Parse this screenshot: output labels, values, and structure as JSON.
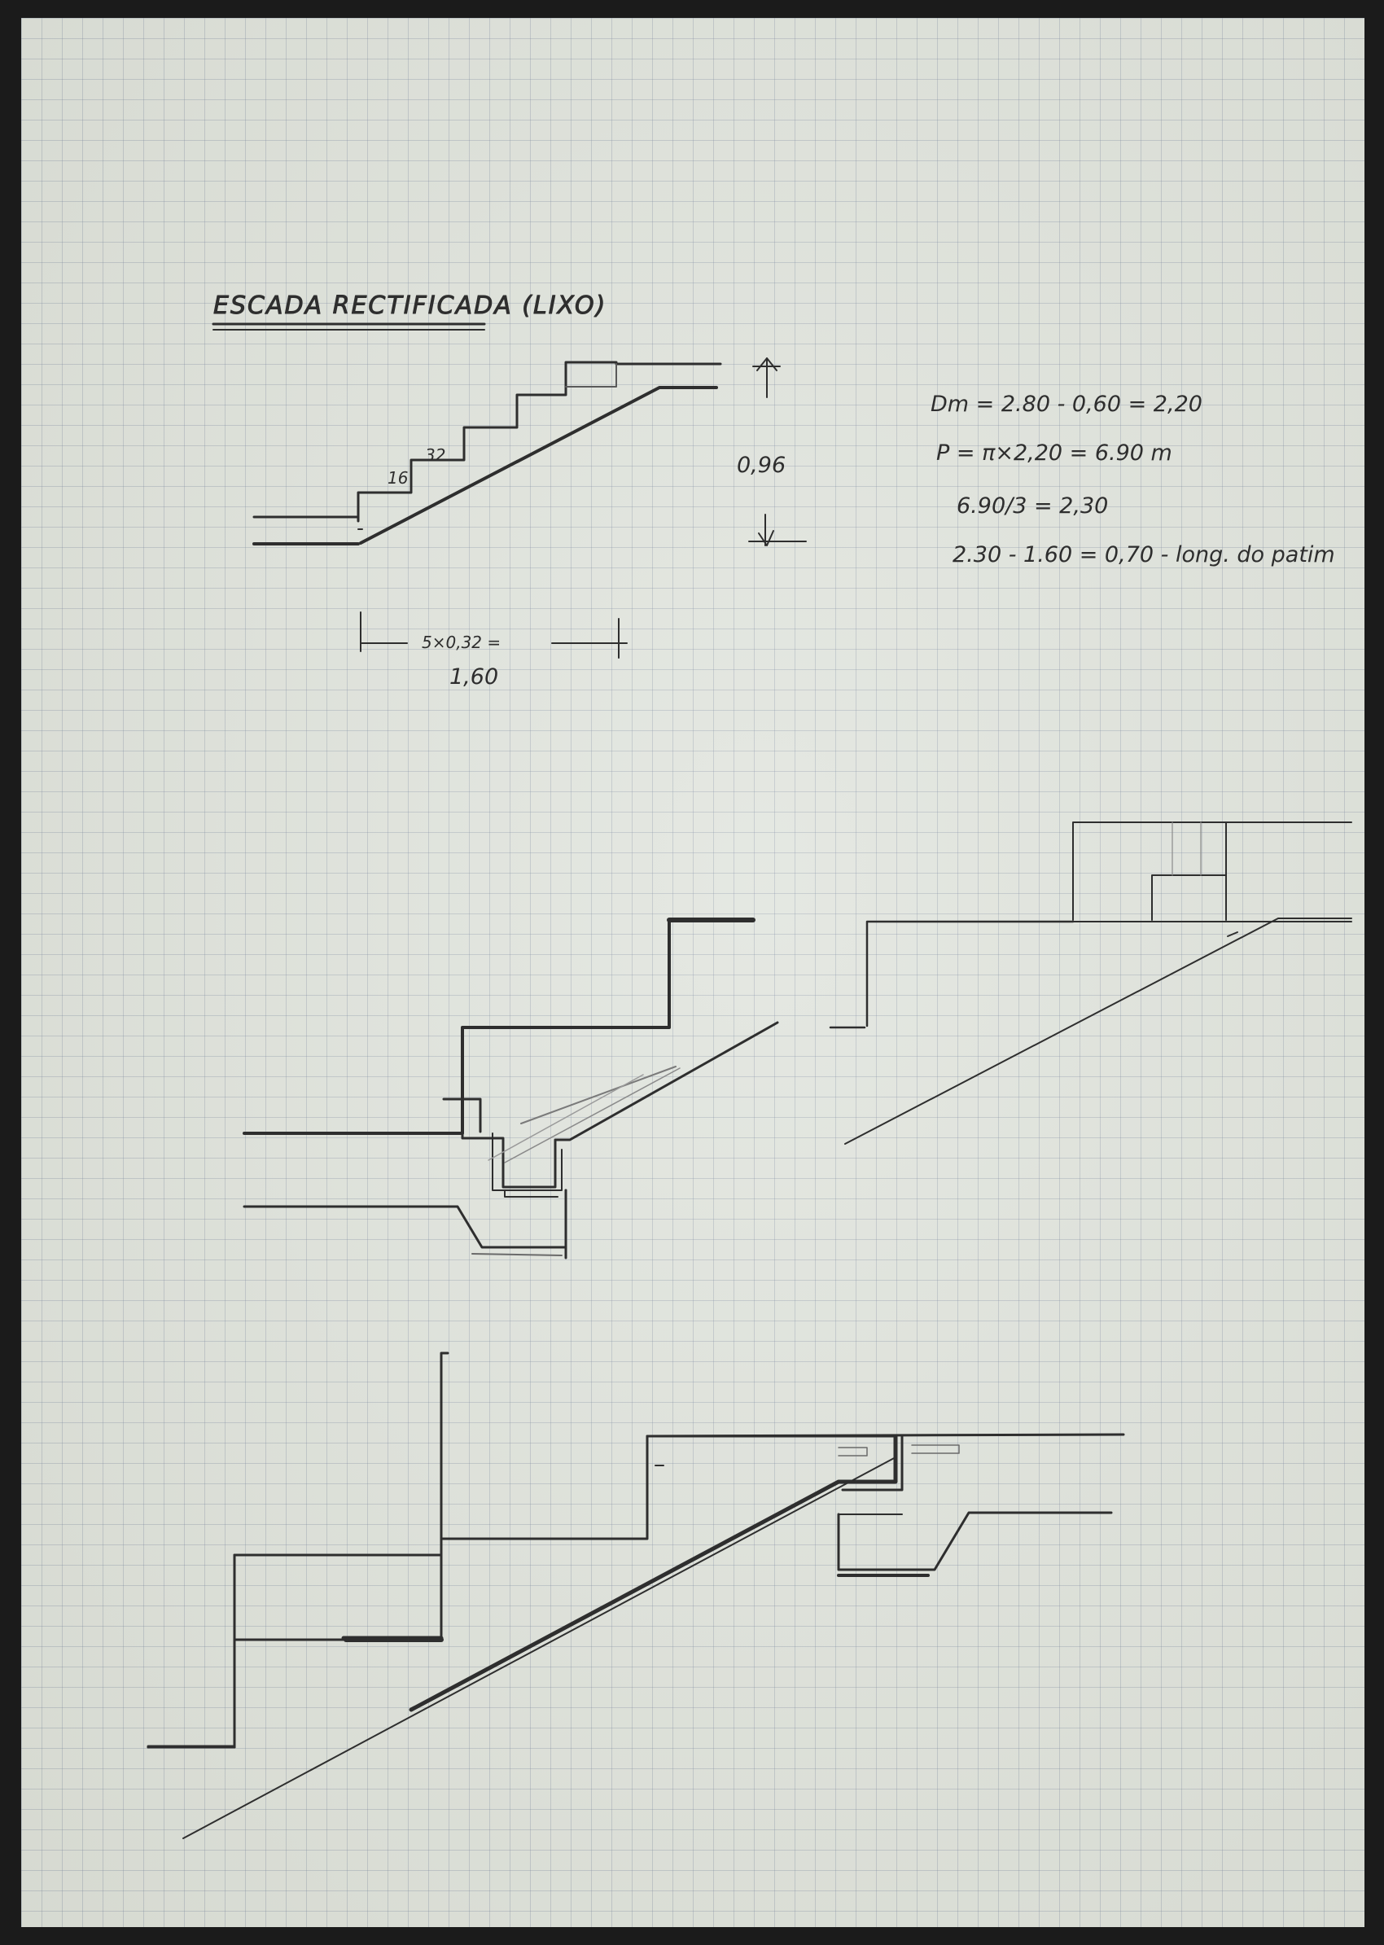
{
  "title": "ESCADA RECTIFICADA (LIXO)",
  "dimensions": {
    "tread": "32",
    "riser": "16",
    "height": "0,96",
    "run_formula": "5×0,32 =",
    "run_value": "1,60"
  },
  "calculations": [
    "Dm = 2.80 - 0,60 = 2,20",
    "P = π×2,20 = 6.90 m",
    "6.90/3 = 2,30",
    "2.30 - 1.60 = 0,70 - long. do patim"
  ],
  "colors": {
    "paper": "#dfe3dc",
    "grid": "#6e7d96",
    "ink": "#2e2e2e",
    "pencil": "#7a7a7a"
  }
}
